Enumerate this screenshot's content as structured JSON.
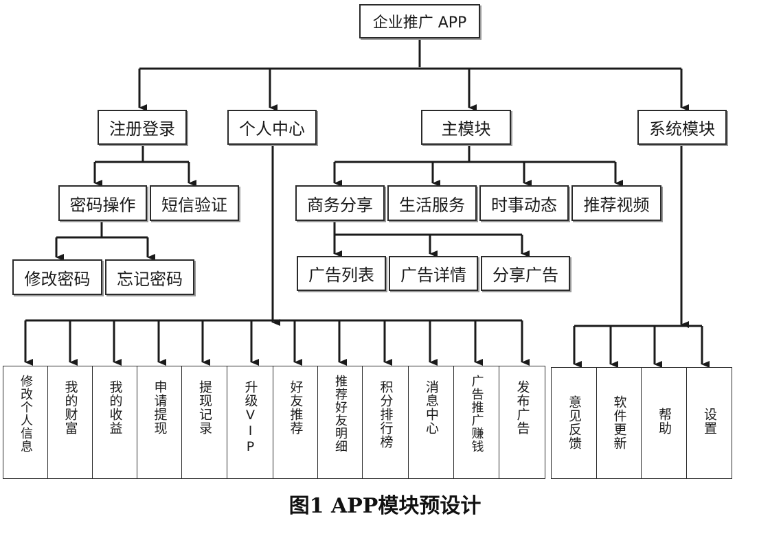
{
  "diagram": {
    "root": "企业推广 APP",
    "top_modules": [
      "注册登录",
      "个人中心",
      "主模块",
      "系统模块"
    ],
    "register_login": {
      "children": [
        "密码操作",
        "短信验证"
      ],
      "password_ops": [
        "修改密码",
        "忘记密码"
      ]
    },
    "main_module": {
      "children": [
        "商务分享",
        "生活服务",
        "时事动态",
        "推荐视频"
      ],
      "business_share": [
        "广告列表",
        "广告详情",
        "分享广告"
      ]
    },
    "personal_center": [
      "修改个人信息",
      "我的财富",
      "我的收益",
      "申请提现",
      "提现记录",
      "升级VIP",
      "好友推荐",
      "推荐好友明细",
      "积分排行榜",
      "消息中心",
      "广告推广赚钱",
      "发布广告"
    ],
    "system_module": [
      "意见反馈",
      "软件更新",
      "帮助",
      "设置"
    ]
  },
  "caption": "图1  APP模块预设计"
}
